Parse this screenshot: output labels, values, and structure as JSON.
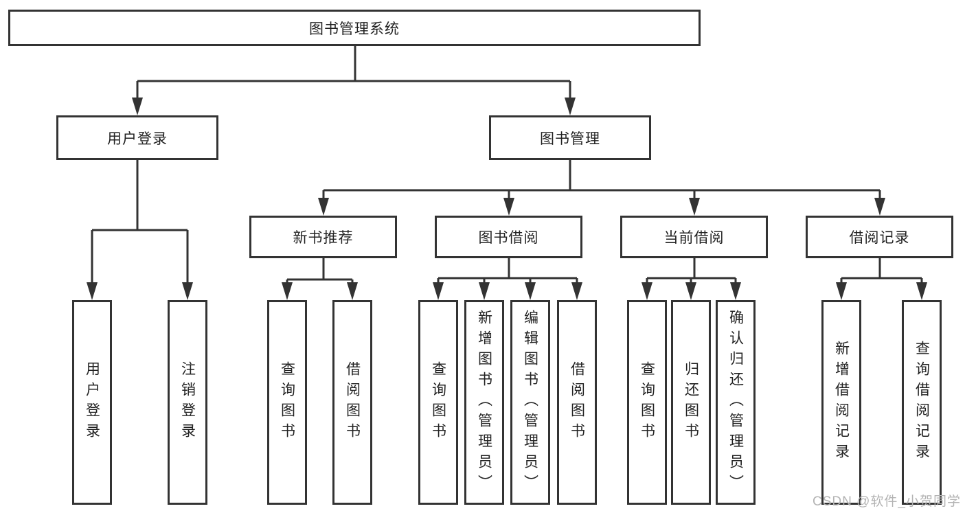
{
  "diagram": {
    "root": {
      "label": "图书管理系统"
    },
    "level2": [
      {
        "label": "用户登录"
      },
      {
        "label": "图书管理"
      }
    ],
    "level3": [
      {
        "label": "新书推荐",
        "parent": "图书管理"
      },
      {
        "label": "图书借阅",
        "parent": "图书管理"
      },
      {
        "label": "当前借阅",
        "parent": "图书管理"
      },
      {
        "label": "借阅记录",
        "parent": "图书管理"
      }
    ],
    "leaves": [
      {
        "label": "用户登录",
        "parent": "用户登录"
      },
      {
        "label": "注销登录",
        "parent": "用户登录"
      },
      {
        "label": "查询图书",
        "parent": "新书推荐"
      },
      {
        "label": "借阅图书",
        "parent": "新书推荐"
      },
      {
        "label": "查询图书",
        "parent": "图书借阅"
      },
      {
        "label": "新增图书（管理员）",
        "parent": "图书借阅"
      },
      {
        "label": "编辑图书（管理员）",
        "parent": "图书借阅"
      },
      {
        "label": "借阅图书",
        "parent": "图书借阅"
      },
      {
        "label": "查询图书",
        "parent": "当前借阅"
      },
      {
        "label": "归还图书",
        "parent": "当前借阅"
      },
      {
        "label": "确认归还（管理员）",
        "parent": "当前借阅"
      },
      {
        "label": "新增借阅记录",
        "parent": "借阅记录"
      },
      {
        "label": "查询借阅记录",
        "parent": "借阅记录"
      }
    ]
  },
  "watermark": {
    "text": "CSDN @软件_小贺同学"
  },
  "colors": {
    "line": "#333333",
    "border": "#333333",
    "text": "#222222",
    "watermark": "#b3b3b3",
    "background": "#ffffff"
  }
}
